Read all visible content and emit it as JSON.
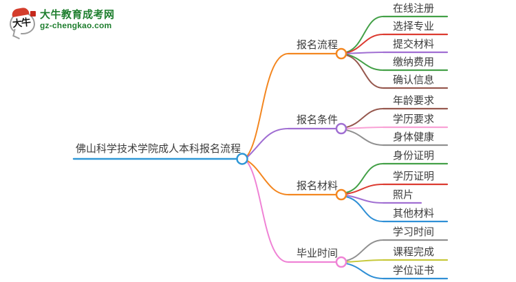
{
  "logo": {
    "brand": "大牛教育成考网",
    "domain": "gz-chengkao.com",
    "bubble_text": "大牛",
    "brand_color": "#1e7e2e",
    "accent_color": "#d43d2c"
  },
  "map": {
    "root": {
      "label": "佛山科学技术学院成人本科报名流程",
      "color": "#2e97d6"
    },
    "branches": [
      {
        "label": "报名流程",
        "color": "#f3861f",
        "children": [
          {
            "label": "在线注册",
            "color": "#43a047"
          },
          {
            "label": "选择专业",
            "color": "#dc3a30"
          },
          {
            "label": "提交材料",
            "color": "#a06ed2"
          },
          {
            "label": "缴纳费用",
            "color": "#43a047"
          },
          {
            "label": "确认信息",
            "color": "#96584e"
          }
        ]
      },
      {
        "label": "报名条件",
        "color": "#a06ed2",
        "children": [
          {
            "label": "年龄要求",
            "color": "#96584e"
          },
          {
            "label": "学历要求",
            "color": "#f9a1d5"
          },
          {
            "label": "身体健康",
            "color": "#909090"
          }
        ]
      },
      {
        "label": "报名材料",
        "color": "#f3861f",
        "children": [
          {
            "label": "身份证明",
            "color": "#43a047"
          },
          {
            "label": "学历证明",
            "color": "#dc3a30"
          },
          {
            "label": "照片",
            "color": "#a06ed2"
          },
          {
            "label": "其他材料",
            "color": "#2f8fd5"
          }
        ]
      },
      {
        "label": "毕业时间",
        "color": "#ef82d5",
        "children": [
          {
            "label": "学习时间",
            "color": "#909090"
          },
          {
            "label": "课程完成",
            "color": "#c6c839"
          },
          {
            "label": "学位证书",
            "color": "#2f8fd5"
          }
        ]
      }
    ]
  }
}
